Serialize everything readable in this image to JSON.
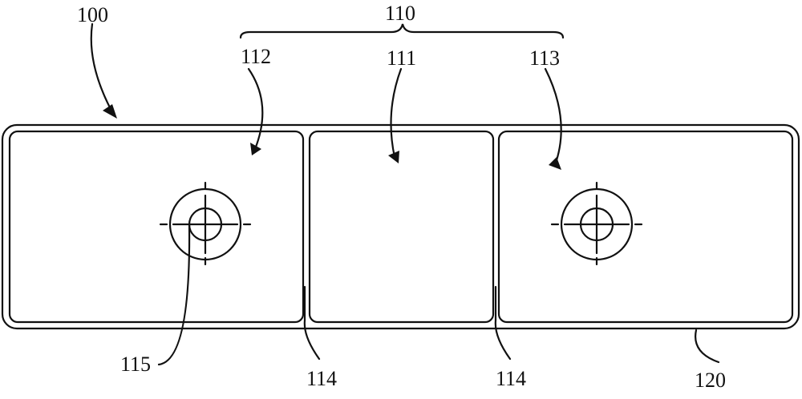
{
  "labels": {
    "assembly": "100",
    "cell_group": "110",
    "middle_cell": "111",
    "left_cell": "112",
    "right_cell": "113",
    "divider_left": "114",
    "divider_right": "114",
    "terminal": "115",
    "frame": "120"
  }
}
